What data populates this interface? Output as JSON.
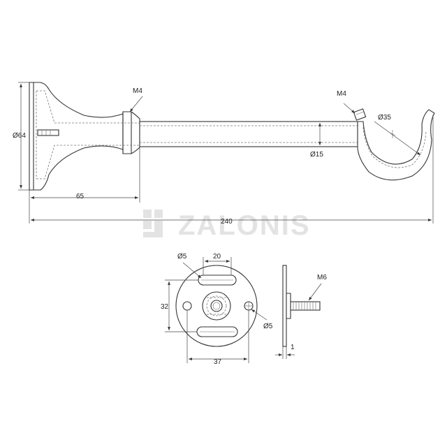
{
  "watermark": {
    "text": "ZALONIS"
  },
  "bracket": {
    "base_diameter": "Ø64",
    "base_thread": "M4",
    "hook_thread": "M4",
    "hook_radius": "Ø35",
    "rod_diameter": "Ø15",
    "base_length": "65",
    "overall_length": "240"
  },
  "plate": {
    "slot_hole": "Ø5",
    "slot_length": "20",
    "height": "32",
    "side_hole": "Ø5",
    "width": "37",
    "thread": "M6",
    "thickness": "1"
  }
}
